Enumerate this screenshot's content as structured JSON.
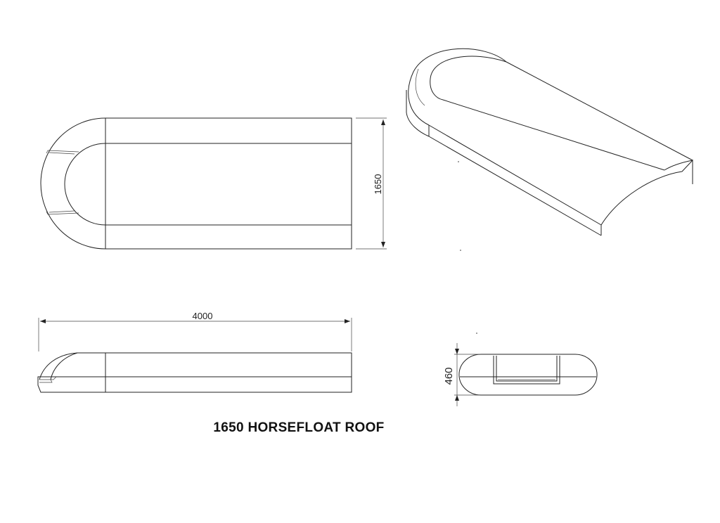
{
  "title": "1650 HORSEFLOAT ROOF",
  "dimensions": {
    "width_label": "1650",
    "length_label": "4000",
    "height_label": "460"
  }
}
